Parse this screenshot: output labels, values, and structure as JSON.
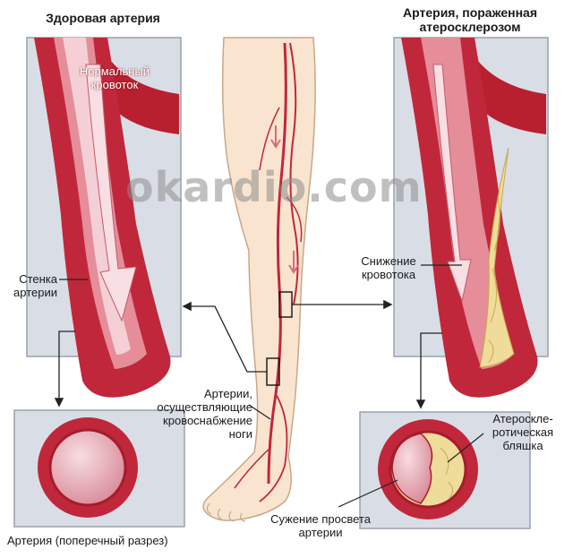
{
  "titles": {
    "healthy": "Здоровая артерия",
    "diseased": "Артерия, пораженная атеросклерозом"
  },
  "labels": {
    "normal_flow": "Нормальный кровоток",
    "artery_wall": "Стенка артерии",
    "cross_section": "Артерия (поперечный разрез)",
    "leg_arteries": "Артерии, осуществляющие кровоснабжение ноги",
    "reduced_flow": "Снижение кровотока",
    "plaque": "Атероскле-ротическая бляшка",
    "narrowing": "Сужение просвета артерии"
  },
  "watermark": "okardio.com",
  "colors": {
    "artery_red": "#c0273a",
    "lumen_pink": "#f2c4cc",
    "plaque_yellow": "#f0dc9a",
    "panel_bg": "#d9dde6",
    "skin": "#f9e4cf"
  }
}
